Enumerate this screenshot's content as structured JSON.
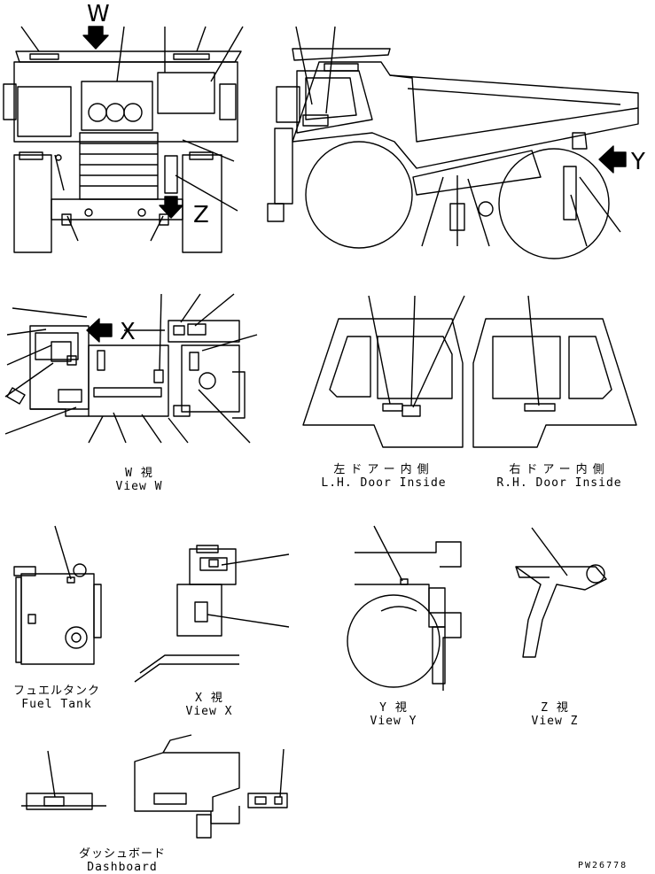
{
  "markers": {
    "w": "W",
    "y": "Y",
    "x": "X",
    "z": "Z"
  },
  "views": {
    "view_w": {
      "jp": "W 視",
      "en": "View W"
    },
    "lh_door": {
      "jp": "左ドアー内側",
      "en": "L.H. Door Inside"
    },
    "rh_door": {
      "jp": "右ドアー内側",
      "en": "R.H. Door Inside"
    },
    "fuel_tank": {
      "jp": "フュエルタンク",
      "en": "Fuel Tank"
    },
    "view_x": {
      "jp": "X 視",
      "en": "View X"
    },
    "view_y": {
      "jp": "Y 視",
      "en": "View Y"
    },
    "view_z": {
      "jp": "Z 視",
      "en": "View Z"
    },
    "dashboard": {
      "jp": "ダッシュボード",
      "en": "Dashboard"
    }
  },
  "drawing_number": "PW26778",
  "colors": {
    "line": "#000000",
    "background": "#ffffff"
  }
}
